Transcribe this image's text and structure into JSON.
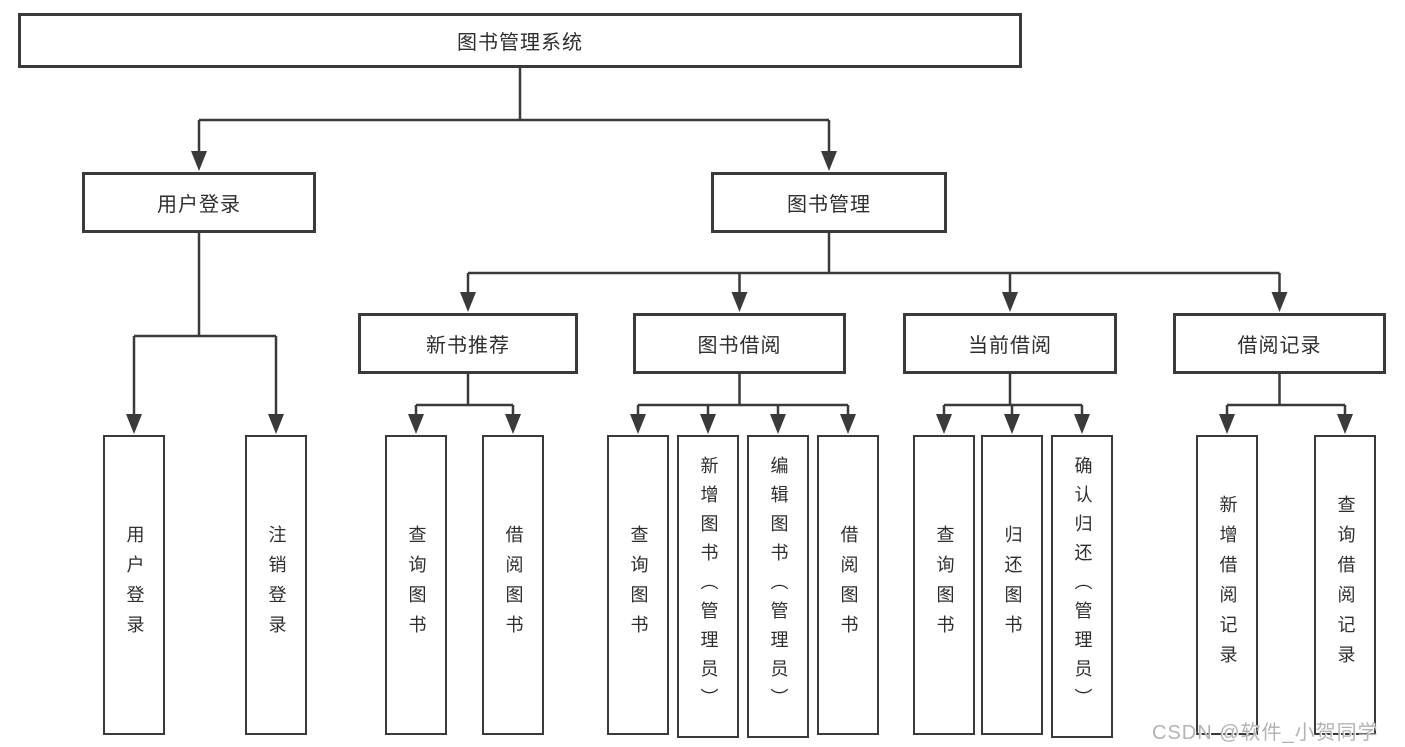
{
  "tree": {
    "root": "图书管理系统",
    "user_login": {
      "label": "用户登录",
      "children": [
        "用户登录",
        "注销登录"
      ]
    },
    "book_mgmt": {
      "label": "图书管理",
      "sections": [
        {
          "label": "新书推荐",
          "children": [
            "查询图书",
            "借阅图书"
          ]
        },
        {
          "label": "图书借阅",
          "children": [
            "查询图书",
            "新增图书（管理员）",
            "编辑图书（管理员）",
            "借阅图书"
          ]
        },
        {
          "label": "当前借阅",
          "children": [
            "查询图书",
            "归还图书",
            "确认归还（管理员）"
          ]
        },
        {
          "label": "借阅记录",
          "children": [
            "新增借阅记录",
            "查询借阅记录"
          ]
        }
      ]
    }
  },
  "watermark": "CSDN @软件_小贺同学",
  "colors": {
    "line": "#3a3a3a",
    "box_border": "#3a3a3a",
    "text": "#2e2e2e",
    "background": "#ffffff",
    "watermark": "#b3b3b3"
  }
}
